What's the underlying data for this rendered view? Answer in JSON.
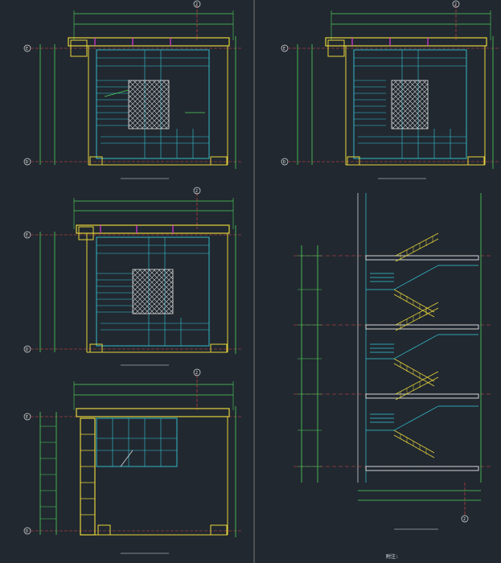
{
  "grid_labels": {
    "e": "E",
    "d": "D",
    "two": "2"
  },
  "colors": {
    "background": "#212830",
    "wall": "#e6d33a",
    "stair": "#35c8d8",
    "dimension": "#4fd35a",
    "axis": "#e34646",
    "hatch": "#cfcfcf",
    "white": "#e6e6e6",
    "magenta": "#e038d6"
  },
  "notes": {
    "bottom_right": "附注:"
  }
}
